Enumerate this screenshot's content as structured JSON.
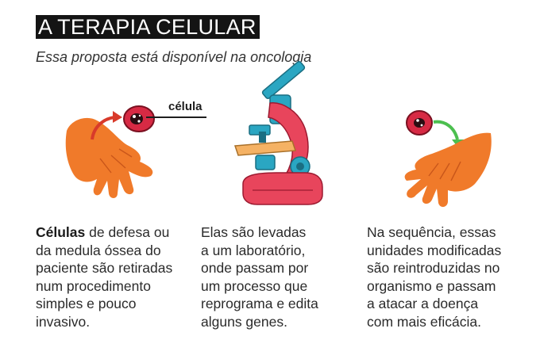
{
  "title": "A TERAPIA CELULAR",
  "subtitle": "Essa proposta está disponível na oncologia",
  "cell_label": "célula",
  "columns": [
    {
      "bold": "Células",
      "lines": [
        " de defesa ou",
        "da medula óssea do",
        "paciente são retiradas",
        "num procedimento",
        "simples e pouco",
        "invasivo."
      ]
    },
    {
      "lines": [
        "Elas são levadas",
        "a um laboratório,",
        "onde passam por",
        "um processo que",
        "reprograma e edita",
        "alguns genes."
      ]
    },
    {
      "lines": [
        "Na sequência, essas",
        "unidades modificadas",
        "são reintroduzidas no",
        "organismo e passam",
        "a atacar a doença",
        "com mais eficácia."
      ]
    }
  ],
  "colors": {
    "hand": "#f07a2a",
    "cell": "#d72a44",
    "microscope_body": "#e8455c",
    "microscope_blue": "#2aa6c2",
    "microscope_stage": "#f5b264",
    "arrow_in": "#d83a2a",
    "arrow_out": "#4cbf4f"
  },
  "icons": [
    "hand-icon",
    "cell-icon",
    "microscope-icon",
    "arrow-icon"
  ]
}
